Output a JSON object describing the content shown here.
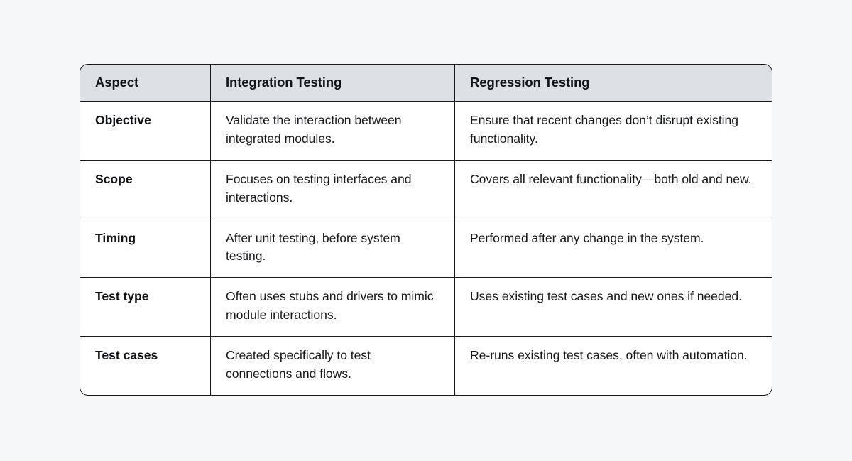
{
  "page": {
    "background_color": "#f6f7f9"
  },
  "table": {
    "name": "integration-vs-regression-testing-comparison",
    "border_color": "#17191c",
    "header_background_color": "#dde1e6",
    "body_background_color": "#ffffff",
    "text_color": "#15181c",
    "columns": [
      {
        "key": "aspect",
        "label": "Aspect"
      },
      {
        "key": "integration",
        "label": "Integration Testing"
      },
      {
        "key": "regression",
        "label": "Regression Testing"
      }
    ],
    "rows": [
      {
        "aspect": "Objective",
        "integration": "Validate the interaction between integrated modules.",
        "regression": "Ensure that recent changes don’t disrupt existing functionality."
      },
      {
        "aspect": "Scope",
        "integration": "Focuses on testing interfaces and interactions.",
        "regression": "Covers all relevant functionality—both old and new."
      },
      {
        "aspect": "Timing",
        "integration": "After unit testing, before system testing.",
        "regression": "Performed after any change in the system."
      },
      {
        "aspect": "Test type",
        "integration": "Often uses stubs and drivers to mimic module interactions.",
        "regression": "Uses existing test cases and new ones if needed."
      },
      {
        "aspect": "Test cases",
        "integration": "Created specifically to test connections and flows.",
        "regression": "Re-runs existing test cases, often with automation."
      }
    ]
  }
}
